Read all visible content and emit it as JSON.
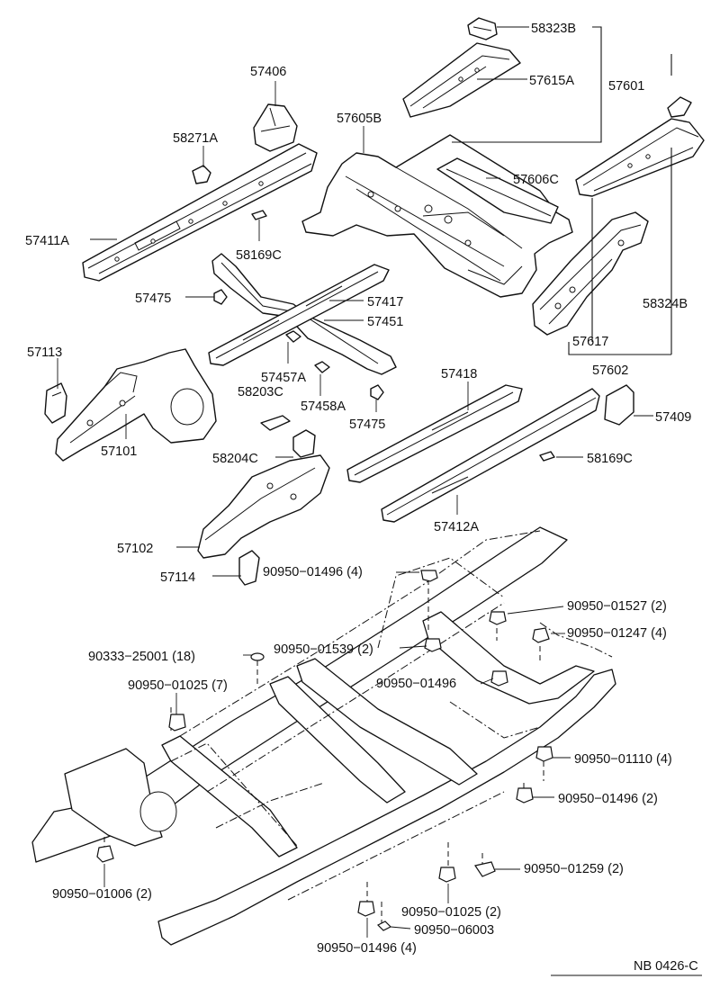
{
  "labels": {
    "p58323B": "58323B",
    "p57615A": "57615A",
    "p57601": "57601",
    "p57406": "57406",
    "p57605B": "57605B",
    "p58271A": "58271A",
    "p57606C": "57606C",
    "p57411A": "57411A",
    "p58169C_top": "58169C",
    "p57475_a": "57475",
    "p57417": "57417",
    "p57451": "57451",
    "p58324B": "58324B",
    "p57113": "57113",
    "p57617": "57617",
    "p57457A": "57457A",
    "p57602": "57602",
    "p58203C": "58203C",
    "p57418": "57418",
    "p57458A": "57458A",
    "p57409": "57409",
    "p57475_b": "57475",
    "p57101": "57101",
    "p58204C": "58204C",
    "p58169C_bot": "58169C",
    "p57412A": "57412A",
    "p57102": "57102",
    "p57114": "57114",
    "f90950_01496_4a": "90950−01496 (4)",
    "f90950_01527": "90950−01527 (2)",
    "f90950_01247": "90950−01247 (4)",
    "f90333_25001": "90333−25001 (18)",
    "f90950_01539": "90950−01539 (2)",
    "f90950_01496_b": "90950−01496",
    "f90950_01025_7": "90950−01025 (7)",
    "f90950_01110": "90950−01110 (4)",
    "f90950_01496_2": "90950−01496 (2)",
    "f90950_01259": "90950−01259 (2)",
    "f90950_01006": "90950−01006 (2)",
    "f90950_01025_2": "90950−01025 (2)",
    "f90950_06003": "90950−06003",
    "f90950_01496_4c": "90950−01496 (4)",
    "drawing_code": "NB 0426-C"
  }
}
